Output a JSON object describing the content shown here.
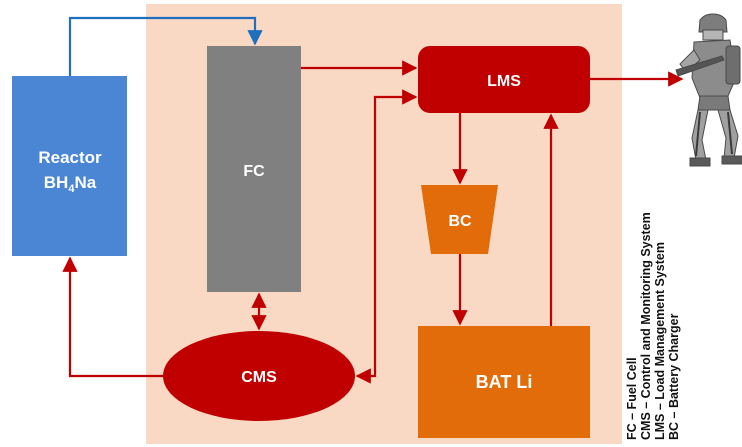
{
  "nodes": {
    "reactor": {
      "line1": "Reactor",
      "line2_main": "BH",
      "line2_sub": "4",
      "line2_tail": "Na"
    },
    "fc": {
      "label": "FC"
    },
    "lms": {
      "label": "LMS"
    },
    "bc": {
      "label": "BC"
    },
    "bat": {
      "label": "BAT Li"
    },
    "cms": {
      "label": "CMS"
    }
  },
  "legend": [
    "FC – Fuel Cell",
    "CMS – Control and Monitoring System",
    "LMS – Load Management System",
    "BC – Battery Charger"
  ],
  "colors": {
    "panel_bg": "#fad9c4",
    "reactor_fill": "#4a86d4",
    "fc_fill": "#808080",
    "red_node": "#c00000",
    "orange_node": "#e36c0a",
    "red_arrow": "#c00000",
    "blue_arrow": "#1f6fbf"
  },
  "image": {
    "name": "soldier-with-exoskeleton-figure"
  }
}
